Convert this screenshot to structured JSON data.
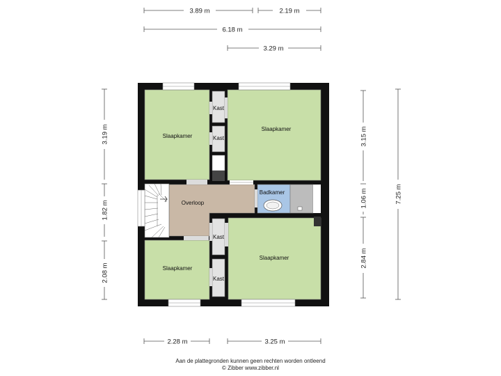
{
  "dimensions": {
    "top_left": "3.89 m",
    "top_right": "2.19 m",
    "top_total": "6.18 m",
    "top_sub": "3.29 m",
    "left_top": "3.19 m",
    "left_mid": "1.82 m",
    "left_bottom": "2.08 m",
    "right_top": "3.15 m",
    "right_mid": "1.06 m",
    "right_bottom": "2.84 m",
    "right_total": "7.25 m",
    "bottom_left": "2.28 m",
    "bottom_right": "3.25 m"
  },
  "rooms": {
    "bedroom_top_left": "Slaapkamer",
    "bedroom_top_right": "Slaapkamer",
    "bedroom_bottom_left": "Slaapkamer",
    "bedroom_bottom_right": "Slaapkamer",
    "closet_1": "Kast",
    "closet_2": "Kast",
    "closet_3": "Kast",
    "closet_4": "Kast",
    "landing": "Overloop",
    "bathroom": "Badkamer"
  },
  "colors": {
    "bedroom": "#c8dfa8",
    "landing": "#c9b8a6",
    "bathroom": "#a9c6e6",
    "closet": "#e3e3e3",
    "wall": "#111111"
  },
  "footer": {
    "line1": "Aan de plattegronden kunnen geen rechten worden ontleend",
    "line2": "© Zibber www.zibber.nl"
  }
}
